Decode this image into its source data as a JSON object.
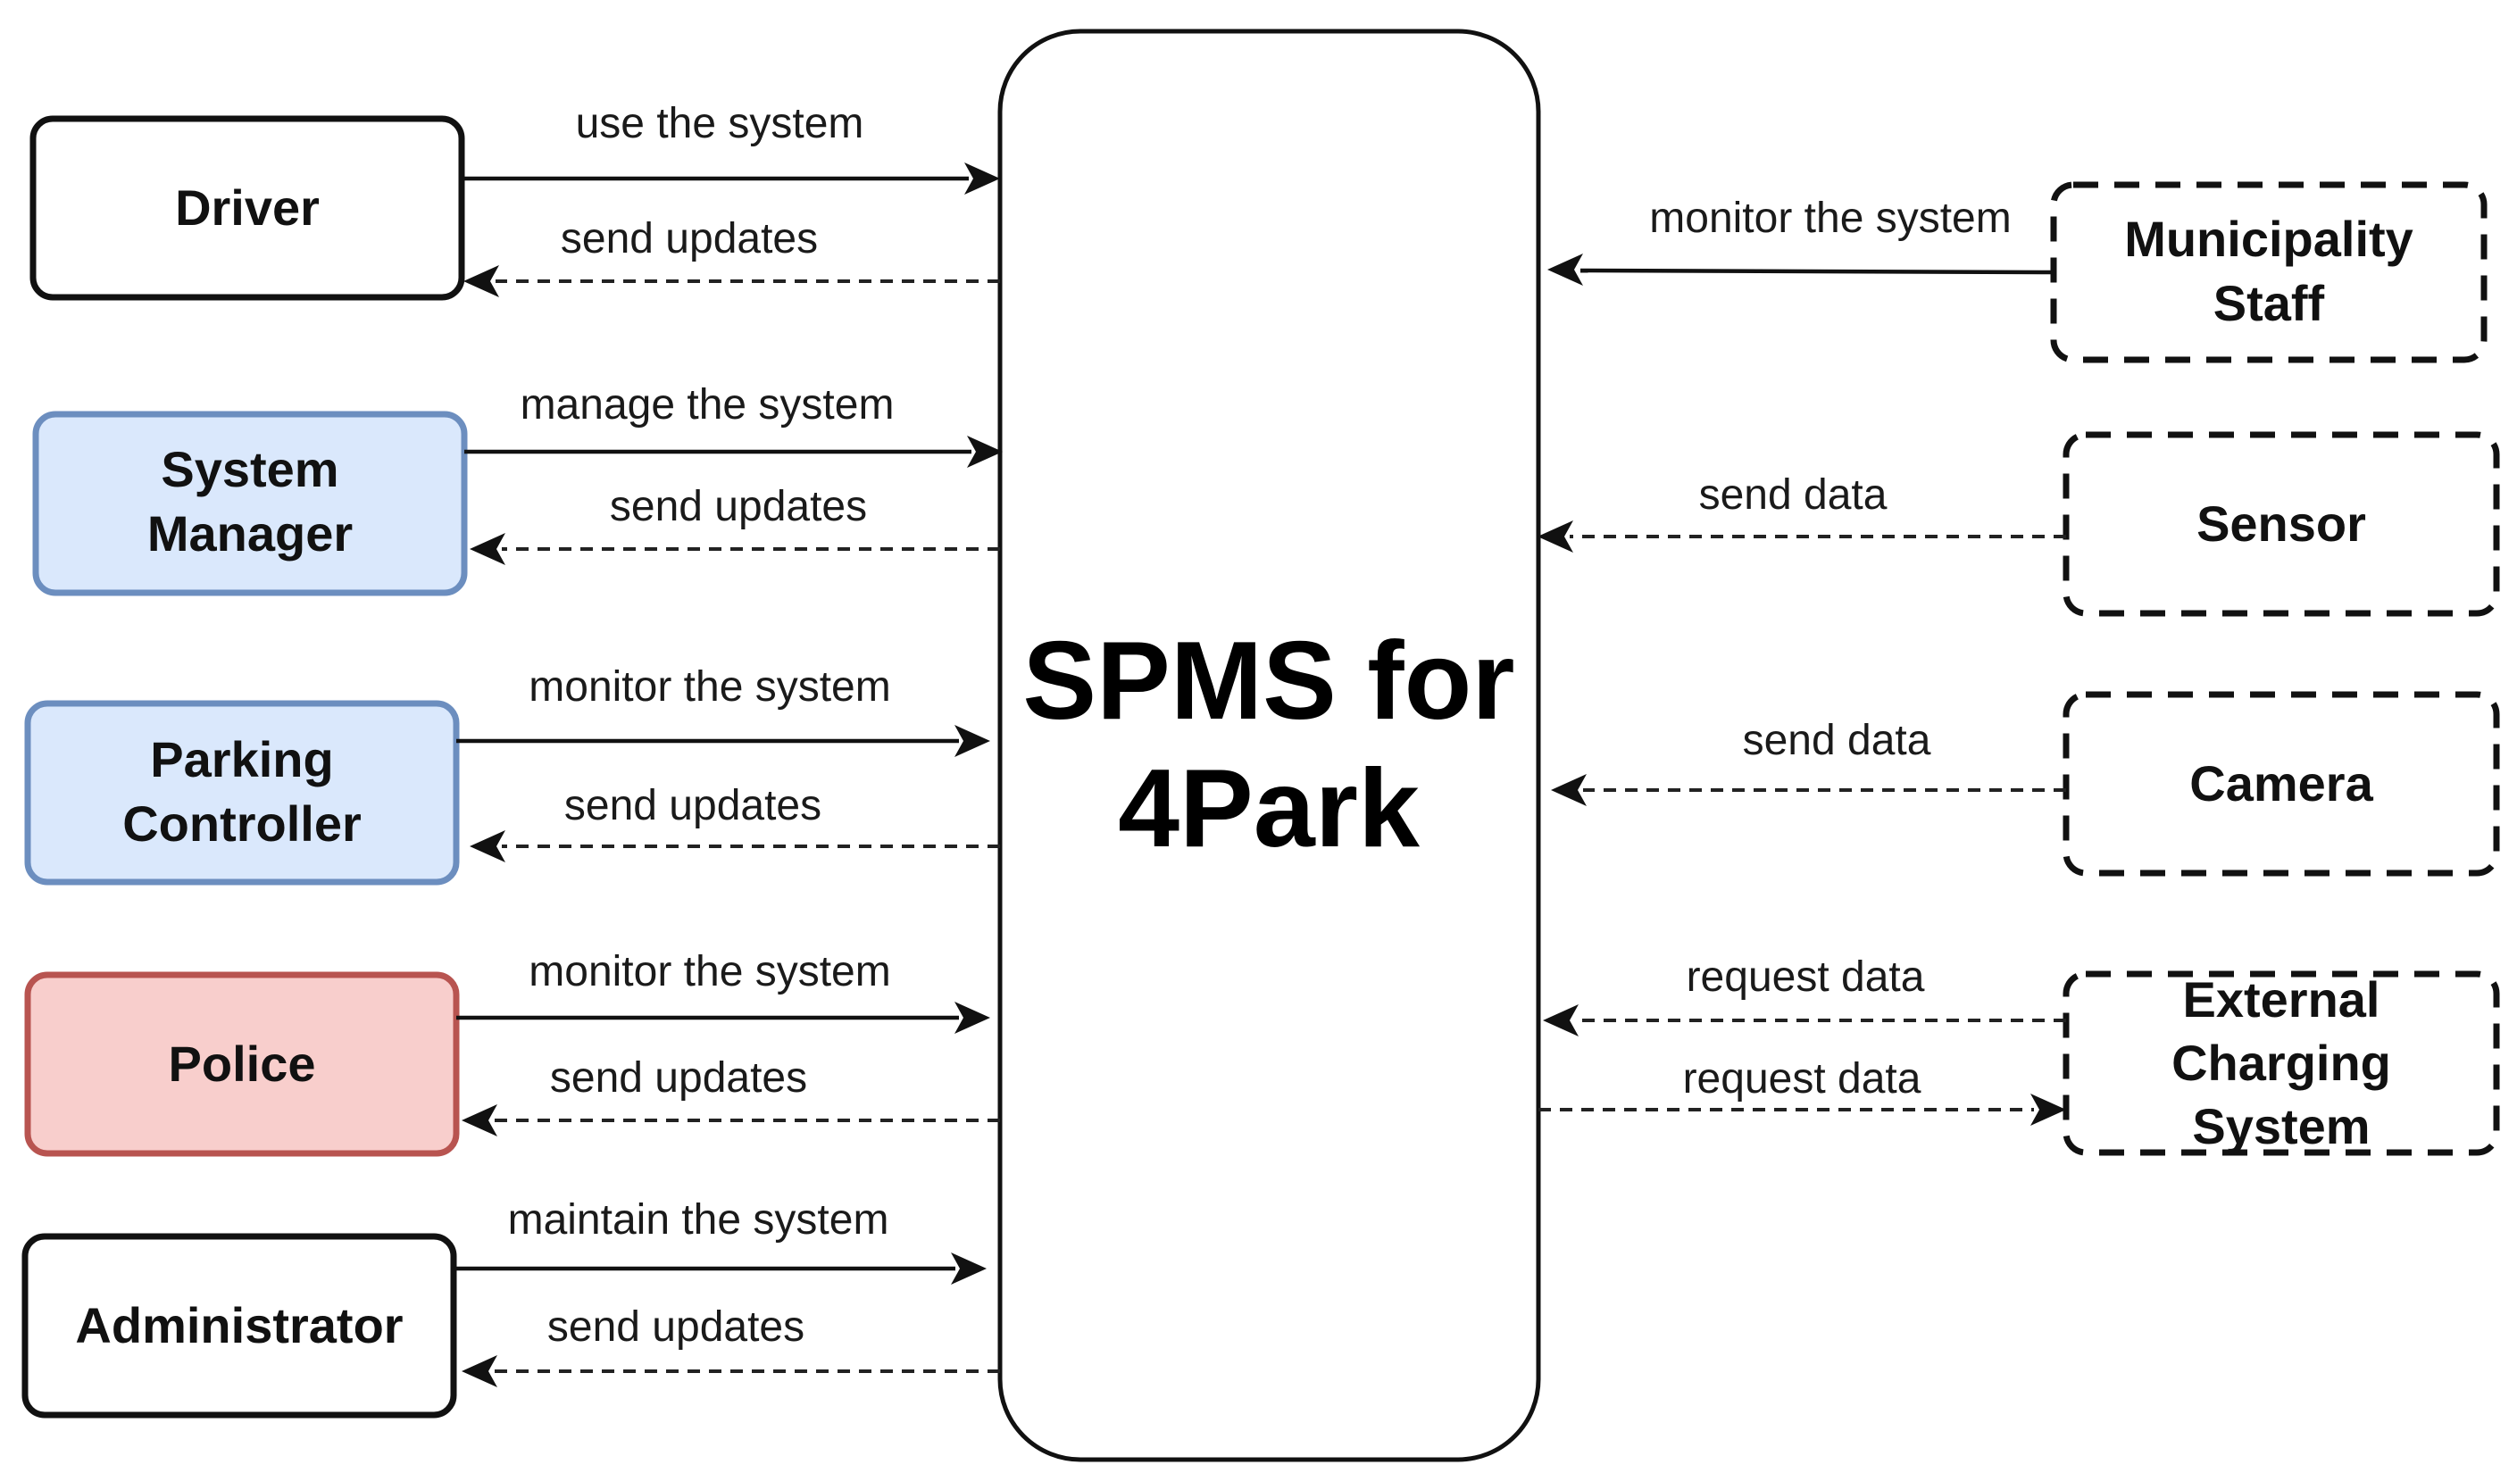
{
  "system": {
    "line1": "SPMS for",
    "line2": "4Park"
  },
  "left_actors": [
    {
      "id": "driver",
      "lines": [
        "Driver"
      ],
      "style": "plain",
      "flows": [
        {
          "label": "use the system",
          "style": "solid",
          "direction": "to-system"
        },
        {
          "label": "send updates",
          "style": "dashed",
          "direction": "from-system"
        }
      ]
    },
    {
      "id": "system-manager",
      "lines": [
        "System",
        "Manager"
      ],
      "style": "blue",
      "flows": [
        {
          "label": "manage the system",
          "style": "solid",
          "direction": "to-system"
        },
        {
          "label": "send updates",
          "style": "dashed",
          "direction": "from-system"
        }
      ]
    },
    {
      "id": "parking-controller",
      "lines": [
        "Parking",
        "Controller"
      ],
      "style": "blue",
      "flows": [
        {
          "label": "monitor the system",
          "style": "solid",
          "direction": "to-system"
        },
        {
          "label": "send updates",
          "style": "dashed",
          "direction": "from-system"
        }
      ]
    },
    {
      "id": "police",
      "lines": [
        "Police"
      ],
      "style": "red",
      "flows": [
        {
          "label": "monitor the system",
          "style": "solid",
          "direction": "to-system"
        },
        {
          "label": "send updates",
          "style": "dashed",
          "direction": "from-system"
        }
      ]
    },
    {
      "id": "administrator",
      "lines": [
        "Administrator"
      ],
      "style": "plain",
      "flows": [
        {
          "label": "maintain the system",
          "style": "solid",
          "direction": "to-system"
        },
        {
          "label": "send updates",
          "style": "dashed",
          "direction": "from-system"
        }
      ]
    }
  ],
  "right_actors": [
    {
      "id": "municipality-staff",
      "lines": [
        "Municipality",
        "Staff"
      ],
      "style": "dashed",
      "flows": [
        {
          "label": "monitor the system",
          "style": "solid",
          "direction": "to-system"
        }
      ]
    },
    {
      "id": "sensor",
      "lines": [
        "Sensor"
      ],
      "style": "dashed",
      "flows": [
        {
          "label": "send data",
          "style": "dashed",
          "direction": "to-system"
        }
      ]
    },
    {
      "id": "camera",
      "lines": [
        "Camera"
      ],
      "style": "dashed",
      "flows": [
        {
          "label": "send data",
          "style": "dashed",
          "direction": "to-system"
        }
      ]
    },
    {
      "id": "external-charging-system",
      "lines": [
        "External",
        "Charging",
        "System"
      ],
      "style": "dashed",
      "flows": [
        {
          "label": "request data",
          "style": "dashed",
          "direction": "to-system"
        },
        {
          "label": "request data",
          "style": "dashed",
          "direction": "from-system"
        }
      ]
    }
  ],
  "colors": {
    "blue_fill": "#dae8fc",
    "blue_stroke": "#6c8ebf",
    "red_fill": "#f8cecc",
    "red_stroke": "#b85450",
    "line": "#111111"
  }
}
